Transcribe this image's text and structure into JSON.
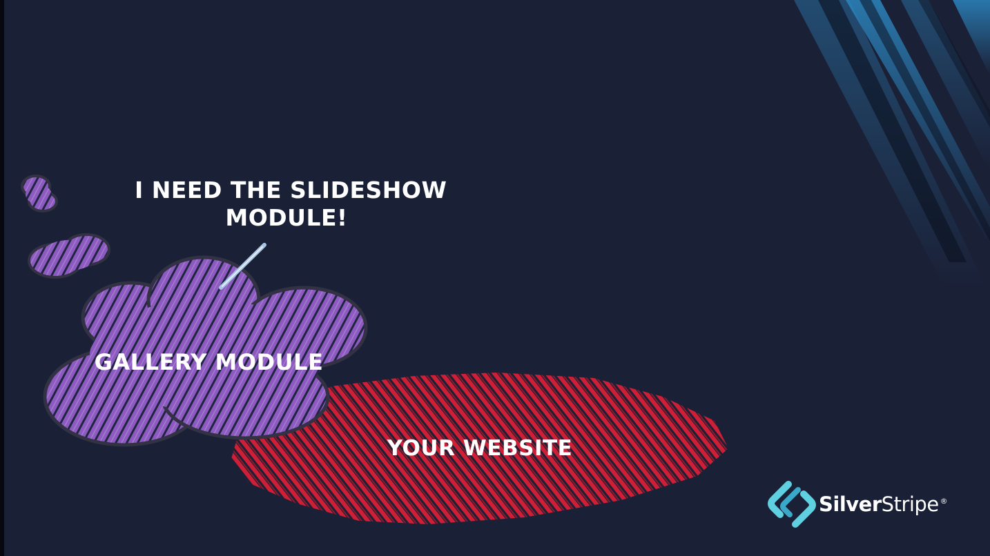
{
  "speech": {
    "line1": "I NEED THE SLIDESHOW",
    "line2": "MODULE!"
  },
  "gallery_label": "GALLERY MODULE",
  "website_label": "YOUR WEBSITE",
  "brand": {
    "part1": "Silver",
    "part2": "Stripe",
    "registered": "®"
  },
  "colors": {
    "background": "#1a2036",
    "purple": "#8d5ac0",
    "red": "#cf1f36",
    "accent_blue": "#2c86c0",
    "logo_cyan": "#5fd0e0"
  }
}
